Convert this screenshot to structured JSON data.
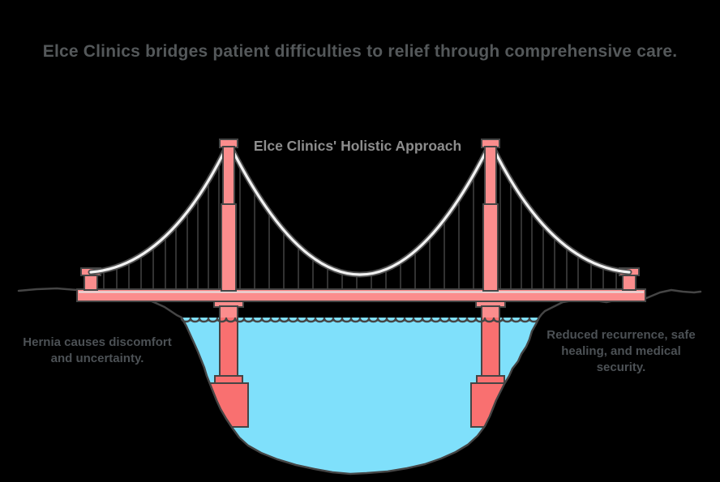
{
  "title": "Elce Clinics bridges patient difficulties to relief through comprehensive care.",
  "bridge_label": "Elce Clinics' Holistic Approach",
  "left_note": "Hernia causes discomfort and uncertainty.",
  "right_note": "Reduced recurrence, safe healing, and medical security.",
  "colors": {
    "background": "#000000",
    "title_text": "#54585a",
    "bridge_label_text": "#8d8d8d",
    "note_text": "#4c5155",
    "tower_salmon": "#fb8d8d",
    "submerged_salmon": "#f97070",
    "water_cyan": "#7fe0fb",
    "outline_dark": "#454545",
    "cable_outer": "#4f4f4f",
    "cable_inner": "#f2f2f2",
    "deck_rail_light": "#e3e3e3"
  },
  "illustration": {
    "type": "suspension-bridge-metaphor",
    "left_bank_meaning": "patient difficulties",
    "right_bank_meaning": "relief",
    "bridge_meaning": "Elce Clinics' Holistic Approach"
  }
}
